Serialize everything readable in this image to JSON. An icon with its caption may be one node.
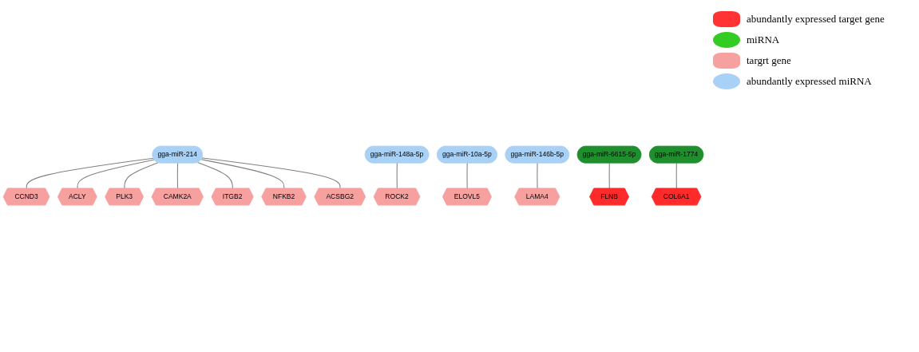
{
  "diagram": {
    "nodes": [
      {
        "text": [
          "gga-miR-214"
        ]
      },
      {
        "text": [
          "CCND3"
        ]
      },
      {
        "text": [
          "ACLY"
        ]
      },
      {
        "text": [
          "PLK3"
        ]
      },
      {
        "text": [
          "CAMK2A"
        ]
      },
      {
        "text": [
          "ITGB2"
        ]
      },
      {
        "text": [
          "NFKB2"
        ]
      },
      {
        "text": [
          "ACSBG2"
        ]
      },
      {
        "text": [
          "gga-miR-148a-5p"
        ]
      },
      {
        "text": [
          "ROCK2"
        ]
      },
      {
        "text": [
          "gga-miR-10a-5p"
        ]
      },
      {
        "text": [
          "ELOVL5"
        ]
      },
      {
        "text": [
          "gga-miR-146b-5p"
        ]
      },
      {
        "text": [
          "LAMA4"
        ]
      },
      {
        "text": [
          "gga-miR-6615-5p"
        ]
      },
      {
        "text": [
          "FLNB"
        ]
      },
      {
        "text": [
          "gga-miR-1774"
        ]
      },
      {
        "text": [
          "COL6A1"
        ]
      }
    ],
    "edges": [
      {
        "from": 0,
        "to": 1,
        "arrow": "none"
      },
      {
        "from": 0,
        "to": 2,
        "arrow": "none"
      },
      {
        "from": 0,
        "to": 3,
        "arrow": "none"
      },
      {
        "from": 0,
        "to": 4,
        "arrow": "none"
      },
      {
        "from": 0,
        "to": 5,
        "arrow": "none"
      },
      {
        "from": 0,
        "to": 6,
        "arrow": "none"
      },
      {
        "from": 0,
        "to": 7,
        "arrow": "none"
      },
      {
        "from": 8,
        "to": 9,
        "arrow": "none"
      },
      {
        "from": 10,
        "to": 11,
        "arrow": "none"
      },
      {
        "from": 12,
        "to": 13,
        "arrow": "none"
      },
      {
        "from": 14,
        "to": 15,
        "arrow": "none"
      },
      {
        "from": 16,
        "to": 17,
        "arrow": "none"
      }
    ],
    "legend": [
      {
        "text": "abundantly expressed target gene",
        "color": "#ff3333"
      },
      {
        "text": "miRNA",
        "color": "#33cc22"
      },
      {
        "text": "targrt gene",
        "color": "#f7a0a0"
      },
      {
        "text": "abundantly expressed miRNA",
        "color": "#a9d0f5"
      }
    ]
  }
}
